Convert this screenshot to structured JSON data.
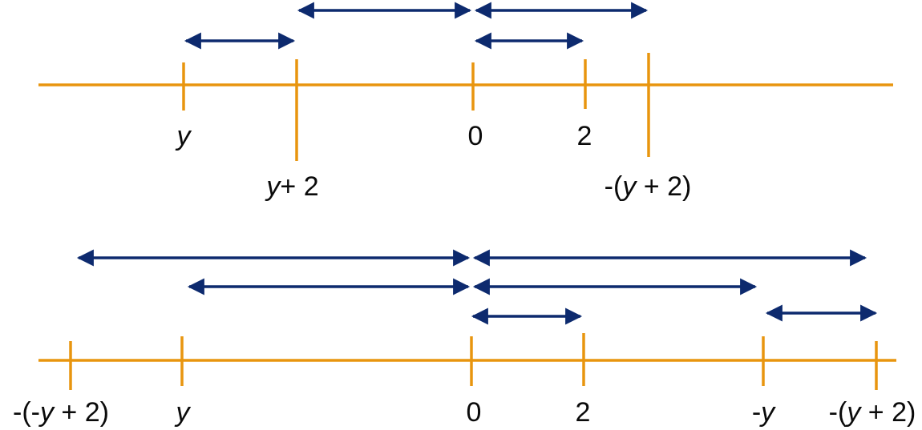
{
  "colors": {
    "axis": "#e8950f",
    "arrow": "#0d2a6e",
    "text": "#0a0a0a"
  },
  "top_diagram": {
    "labels": {
      "y": "y",
      "y_plus_2": "y+ 2",
      "zero": "0",
      "two": "2",
      "neg_y_plus_2": "-(y + 2)"
    }
  },
  "bottom_diagram": {
    "labels": {
      "neg_neg_y_plus_2": "-(-y + 2)",
      "y": "y",
      "zero": "0",
      "two": "2",
      "neg_y": "-y",
      "neg_y_plus_2": "-(y + 2)"
    }
  }
}
